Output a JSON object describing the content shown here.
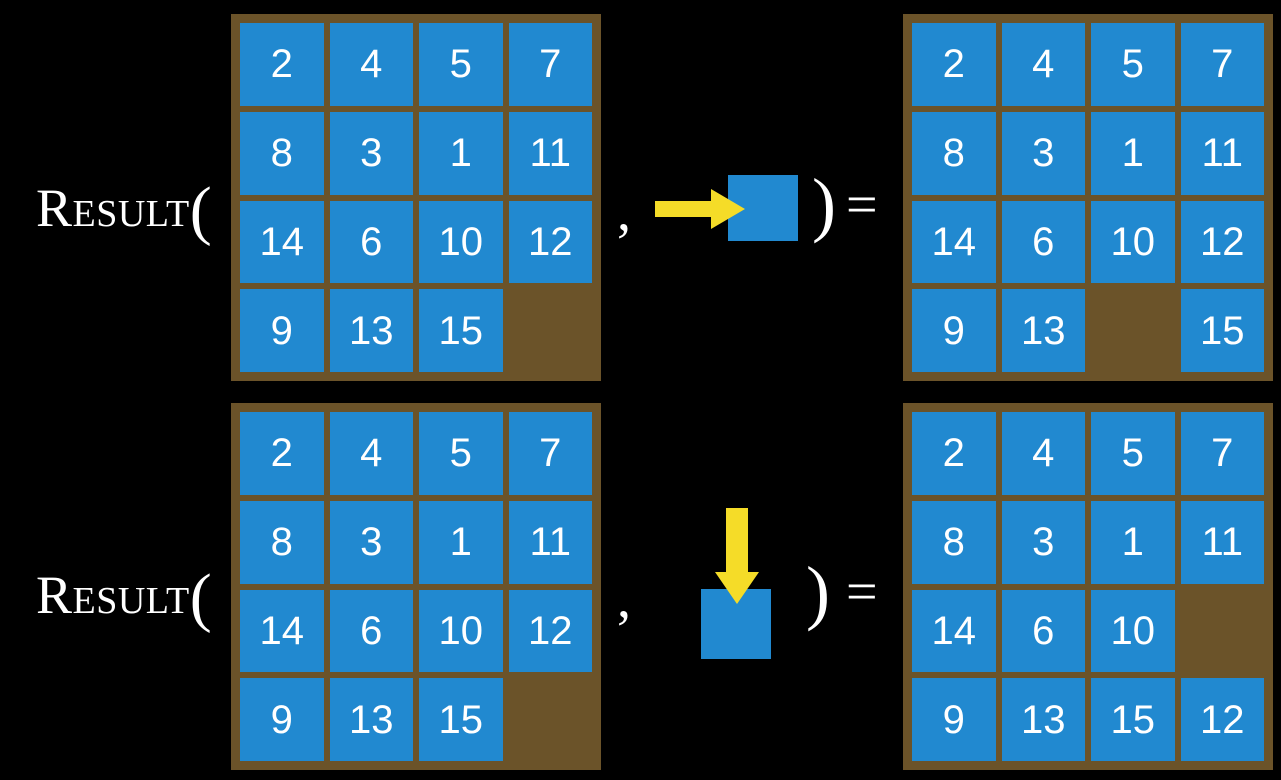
{
  "colors": {
    "background": "#000000",
    "tile": "#2189d0",
    "board_frame": "#6b5329",
    "arrow": "#f5dc28",
    "text": "#ffffff"
  },
  "function_label": "Result",
  "open_paren": "(",
  "close_paren": ")",
  "comma": ",",
  "equals": "=",
  "empty_cell": "",
  "rows": [
    {
      "id": "row-slide-right",
      "input_board": {
        "name": "input-board-1",
        "grid": [
          [
            "2",
            "4",
            "5",
            "7"
          ],
          [
            "8",
            "3",
            "1",
            "11"
          ],
          [
            "14",
            "6",
            "10",
            "12"
          ],
          [
            "9",
            "13",
            "15",
            ""
          ]
        ]
      },
      "action": {
        "name": "move-right-action",
        "direction": "right",
        "arrow_icon": "arrow-right-icon",
        "tile_label": ""
      },
      "output_board": {
        "name": "output-board-1",
        "grid": [
          [
            "2",
            "4",
            "5",
            "7"
          ],
          [
            "8",
            "3",
            "1",
            "11"
          ],
          [
            "14",
            "6",
            "10",
            "12"
          ],
          [
            "9",
            "13",
            "",
            "15"
          ]
        ]
      }
    },
    {
      "id": "row-slide-down",
      "input_board": {
        "name": "input-board-2",
        "grid": [
          [
            "2",
            "4",
            "5",
            "7"
          ],
          [
            "8",
            "3",
            "1",
            "11"
          ],
          [
            "14",
            "6",
            "10",
            "12"
          ],
          [
            "9",
            "13",
            "15",
            ""
          ]
        ]
      },
      "action": {
        "name": "move-down-action",
        "direction": "down",
        "arrow_icon": "arrow-down-icon",
        "tile_label": ""
      },
      "output_board": {
        "name": "output-board-2",
        "grid": [
          [
            "2",
            "4",
            "5",
            "7"
          ],
          [
            "8",
            "3",
            "1",
            "11"
          ],
          [
            "14",
            "6",
            "10",
            ""
          ],
          [
            "9",
            "13",
            "15",
            "12"
          ]
        ]
      }
    }
  ]
}
